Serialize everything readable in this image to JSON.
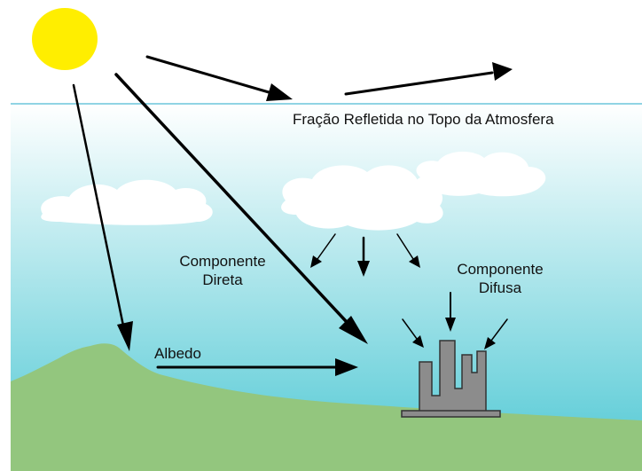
{
  "labels": {
    "reflected_fraction": "Fração Refletida no Topo da Atmosfera",
    "direct_component_line1": "Componente",
    "direct_component_line2": "Direta",
    "diffuse_component_line1": "Componente",
    "diffuse_component_line2": "Difusa",
    "albedo": "Albedo"
  },
  "colors": {
    "sky_top": "#ffffff",
    "sky_bottom": "#4fc8d4",
    "atmosphere_line": "#6cc6dc",
    "sun": "#ffee00",
    "ground": "#93c67e",
    "cloud": "#ffffff",
    "building": "#8c8c8c",
    "arrow": "#000000"
  }
}
